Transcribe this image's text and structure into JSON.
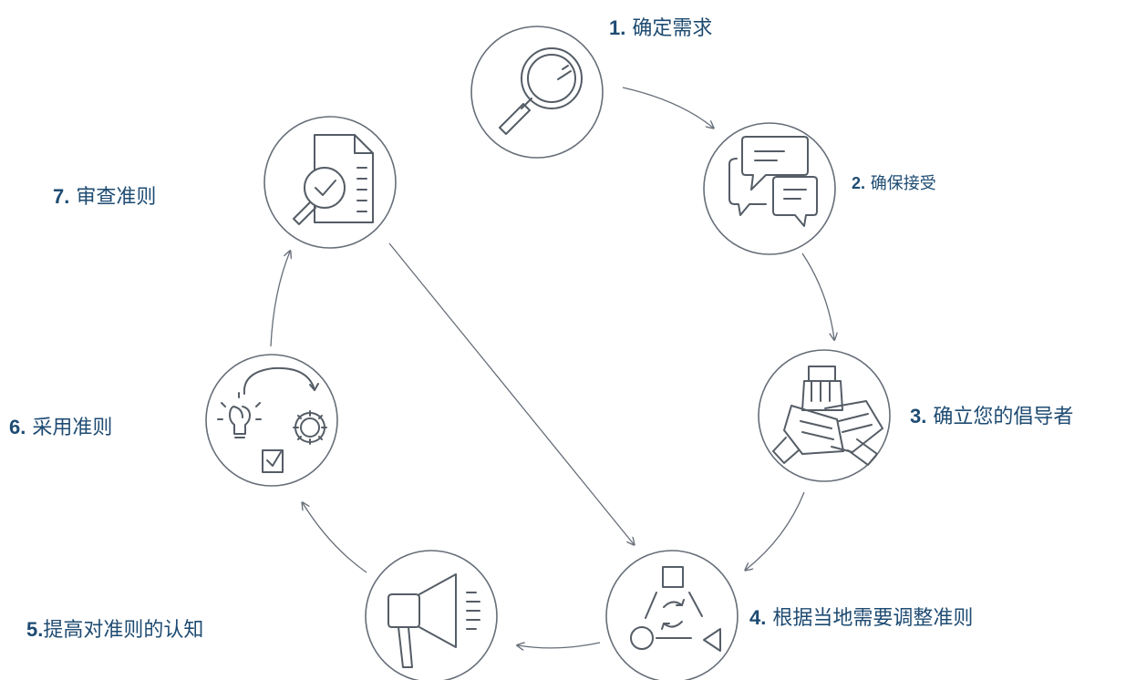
{
  "steps": [
    {
      "number": "1.",
      "text": "确定需求",
      "icon": "magnifier-icon"
    },
    {
      "number": "2.",
      "text": "确保接受",
      "icon": "speech-bubbles-icon"
    },
    {
      "number": "3.",
      "text": "确立您的倡导者",
      "icon": "stacked-hands-icon"
    },
    {
      "number": "4.",
      "text": "根据当地需要调整准则",
      "icon": "shapes-cycle-icon"
    },
    {
      "number": "5.",
      "text": "提高对准则的认知",
      "icon": "megaphone-icon"
    },
    {
      "number": "6.",
      "text": "采用准则",
      "icon": "idea-to-gear-icon"
    },
    {
      "number": "7.",
      "text": "审查准则",
      "icon": "document-check-icon"
    }
  ],
  "colors": {
    "label": "#1e4b72",
    "line": "#666e78",
    "icon": "#555d66",
    "background": "#ffffff"
  }
}
